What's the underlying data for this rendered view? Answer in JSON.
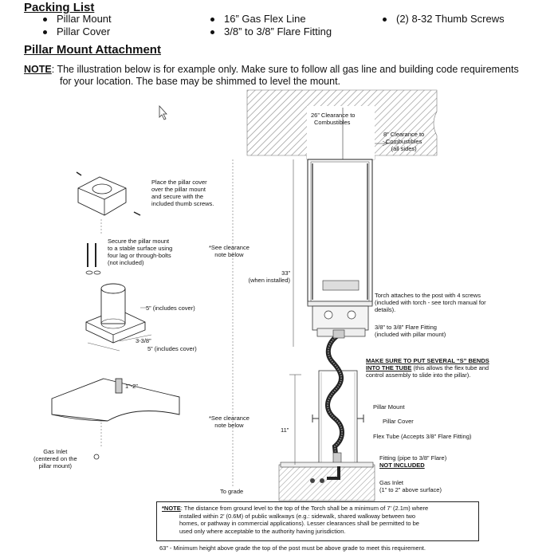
{
  "packing_list": {
    "title": "Packing List",
    "items": [
      "Pillar Mount",
      "Pillar Cover",
      "16” Gas Flex Line",
      "3/8” to 3/8” Flare Fitting",
      "(2) 8-32 Thumb Screws"
    ]
  },
  "attachment": {
    "title": "Pillar Mount Attachment",
    "note_label": "NOTE",
    "note_text": ":  The illustration below is for example only.  Make sure to follow all gas line and building code requirements",
    "note_text2": "for your location.  The base may be shimmed to level the mount."
  },
  "labels": {
    "clear26_1": "26” Clearance to",
    "clear26_2": "Combustibles",
    "clear8_1": "8” Clearance to",
    "clear8_2": "Combustibles",
    "clear8_3": "(all sides)",
    "place1": "Place the pillar cover",
    "place2": "over the pillar mount",
    "place3": "and secure with the",
    "place4": "included thumb screws.",
    "secure1": "Secure the pillar mount",
    "secure2": "to a stable surface using",
    "secure3": "four lag or through-bolts",
    "secure4": "(not included)",
    "see1a": "*See clearance",
    "see1b": "note below",
    "h33a": "33”",
    "h33b": "(when installed)",
    "dim5a": "5” (includes cover)",
    "dim338": "3-3/8”",
    "dim5b": "5” (includes cover)",
    "dim12": "1”-2”",
    "see2a": "*See clearance",
    "see2b": "note below",
    "h11": "11”",
    "gas_inlet1": "Gas Inlet",
    "gas_inlet2": "(centered on the",
    "gas_inlet3": "pillar mount)",
    "to_grade": "To grade",
    "torch1": "Torch attaches to the post with 4 screws",
    "torch2": "(included with torch - see torch manual for",
    "torch3": "details).",
    "flare1": "3/8” to 3/8” Flare Fitting",
    "flare2": "(included with pillar mount)",
    "bends_bold1": "MAKE SURE TO PUT SEVERAL “S” BENDS",
    "bends_bold2": "INTO THE TUBE",
    "bends_rest": " (this allows the flex tube and",
    "bends3": "control assembly to slide into the pillar).",
    "pillar_mount": "Pillar Mount",
    "pillar_cover": "Pillar Cover",
    "flex_tube": "Flex Tube (Accepts 3/8” Flare Fitting)",
    "fitting1": "Fitting (pipe to 3/8” Flare)",
    "fitting2": "NOT INCLUDED",
    "gasinlet_r1": "Gas Inlet",
    "gasinlet_r2": "(1” to 2” above surface)"
  },
  "footer": {
    "note_label": "*NOTE",
    "note_text": ":  The distance from ground level to the top of the Torch shall be a minimum of 7’ (2.1m) where",
    "line2": "installed within 2’ (0.6M) of public walkways (e.g.: sidewalk, shared walkway between two",
    "line3": "homes, or pathway in commercial applications).  Lesser clearances shall be permitted to be",
    "line4": "used only where acceptable to the authority having jurisdiction.",
    "line5": "63” - Minimum height above grade the top of the post must be above grade to meet this requirement."
  }
}
